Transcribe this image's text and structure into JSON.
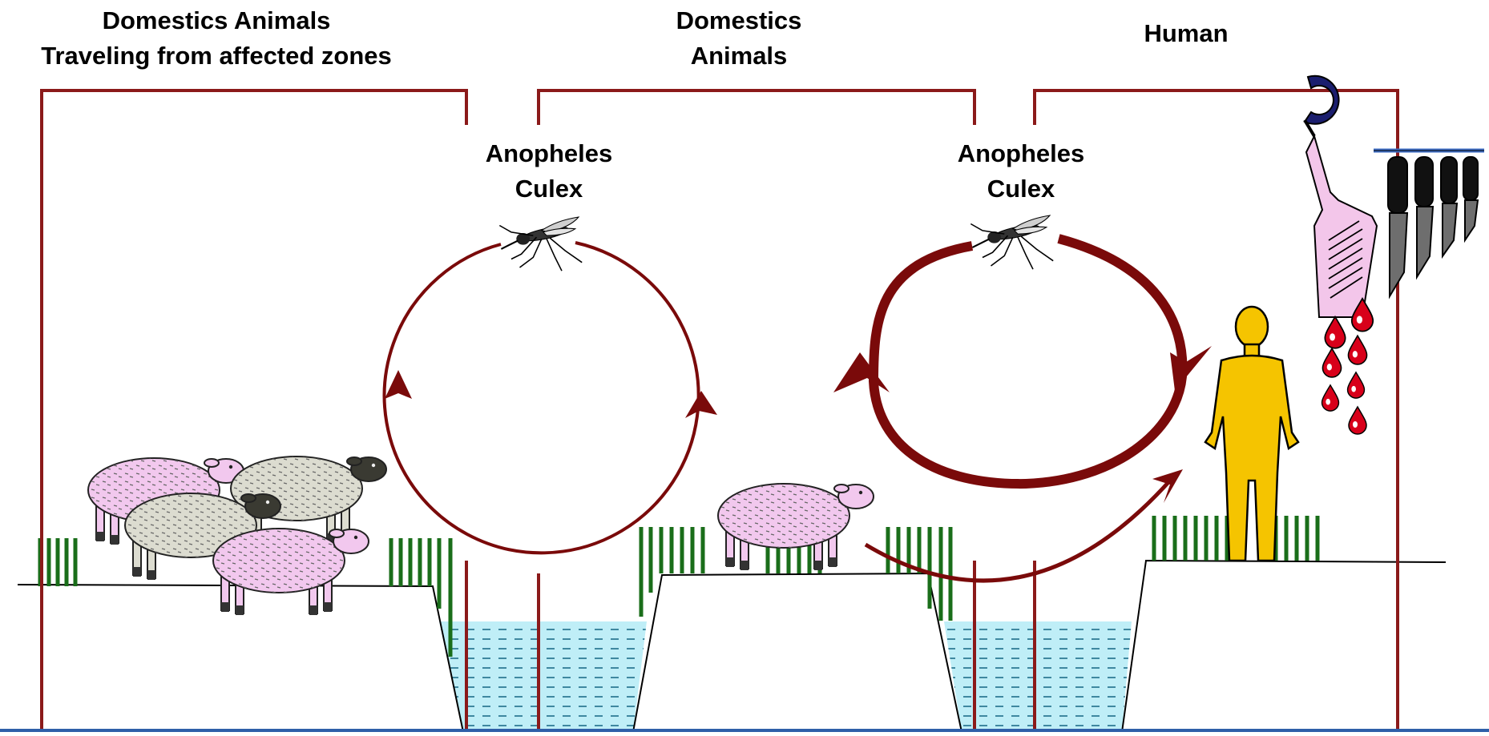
{
  "labels": {
    "panel1_line1": "Domestics Animals",
    "panel1_line2": "Traveling from affected zones",
    "panel2_line1": "Domestics",
    "panel2_line2": "Animals",
    "panel3_title": "Human",
    "vector1_line1": "Anopheles",
    "vector1_line2": "Culex",
    "vector2_line1": "Anopheles",
    "vector2_line2": "Culex"
  },
  "icons": [
    "sheep-icon",
    "mosquito-icon",
    "human-figure-icon",
    "blood-drop-icon",
    "carcass-icon",
    "knife-icon",
    "meat-hook-icon",
    "grass-icon"
  ],
  "colors": {
    "cycle": "#7a0a0a",
    "frame": "#8b1a1a",
    "water": "#bfeef7",
    "water_dash": "#1f6f8a",
    "grass": "#1a6e1a",
    "sheep_pink": "#f2c8ee",
    "sheep_grey": "#dcdcd0",
    "human": "#f5c400",
    "blood": "#d8001a",
    "carcass": "#f3c6ea",
    "hook": "#1b1e6e",
    "rack": "#3d6cc4"
  }
}
